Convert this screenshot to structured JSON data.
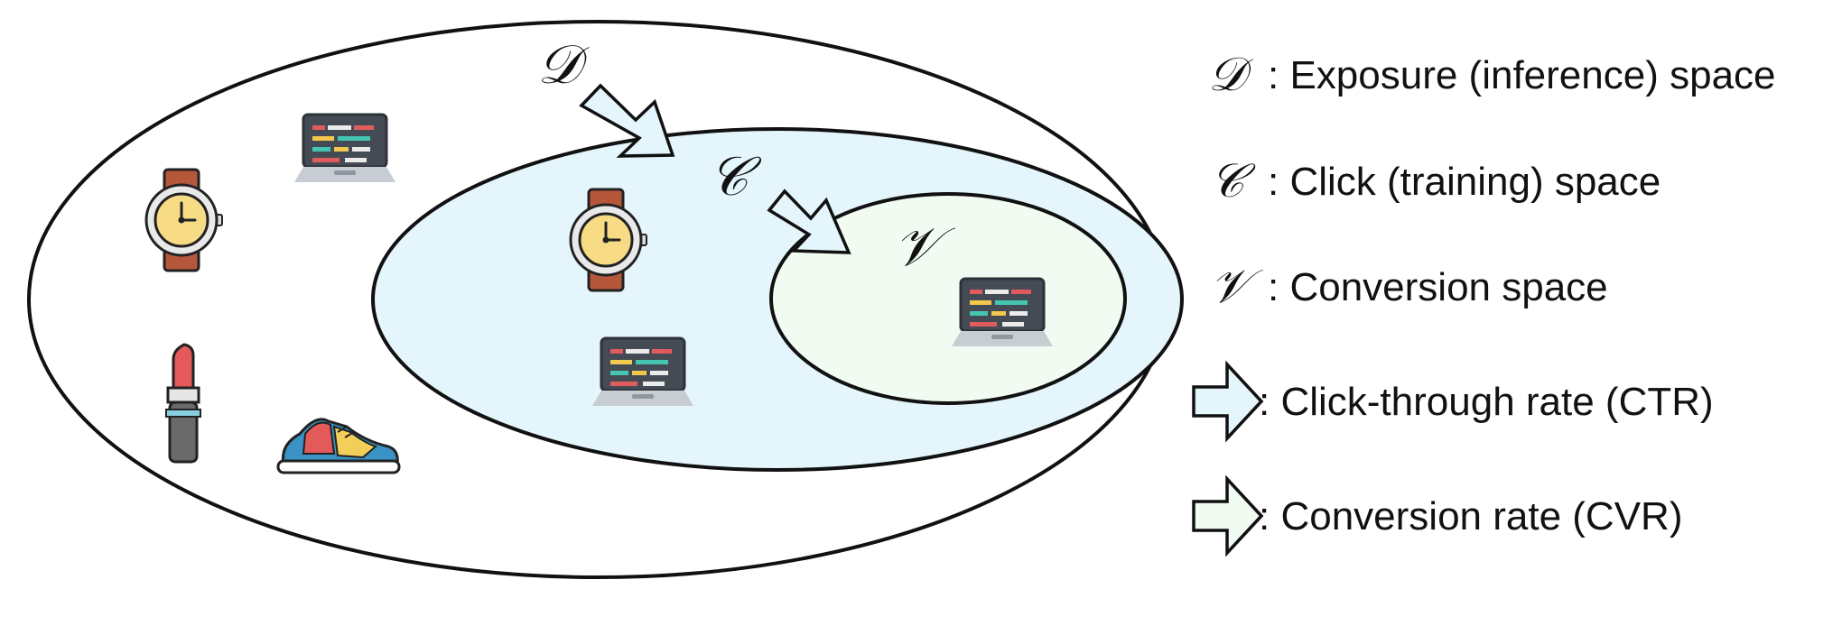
{
  "diagram": {
    "space_symbols": {
      "exposure": "𝒟",
      "click": "𝒞",
      "conversion": "𝒱"
    },
    "colors": {
      "outline": "#111111",
      "exposure_fill": "#ffffff",
      "click_fill": "#e4f5fb",
      "conversion_fill": "#f1fbf1",
      "ctr_arrow_fill": "#e4f5fb",
      "cvr_arrow_fill": "#f1fbf1"
    },
    "icons": {
      "exposure_space": [
        "watch-icon",
        "laptop-icon",
        "lipstick-icon",
        "sneaker-icon"
      ],
      "click_space": [
        "watch-icon",
        "laptop-icon"
      ],
      "conversion_space": [
        "laptop-icon"
      ]
    }
  },
  "legend": [
    {
      "symbol": "𝒟",
      "label": ": Exposure (inference) space"
    },
    {
      "symbol": "𝒞",
      "label": ": Click (training) space"
    },
    {
      "symbol": "𝒱",
      "label": ": Conversion space"
    },
    {
      "symbol": "",
      "label": ": Click-through rate (CTR)"
    },
    {
      "symbol": "",
      "label": ": Conversion rate (CVR)"
    }
  ]
}
